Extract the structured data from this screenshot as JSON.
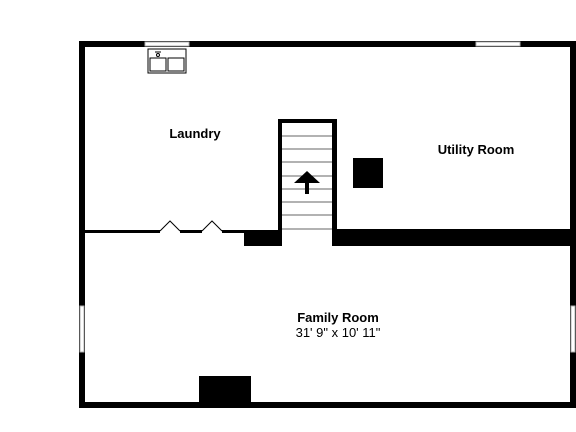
{
  "rooms": {
    "laundry": {
      "name": "Laundry"
    },
    "utility": {
      "name": "Utility Room"
    },
    "family": {
      "name": "Family Room",
      "dimensions": "31' 9\" x 10' 11\""
    }
  },
  "colors": {
    "wall": "#000000",
    "window": "#ffffff",
    "window_line": "#b0b0b0",
    "background": "#ffffff"
  },
  "icons": {
    "stairs_arrow": "arrow-up-icon",
    "sink": "laundry-sink-icon"
  }
}
